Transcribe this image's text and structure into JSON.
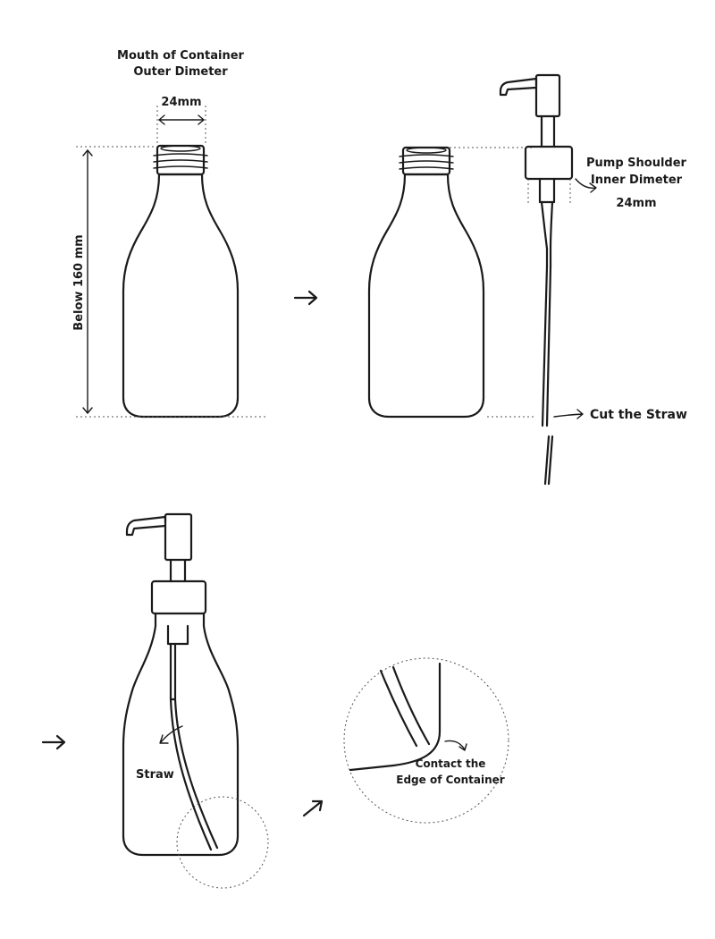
{
  "labels": {
    "mouth_line1": "Mouth of Container",
    "mouth_line2": "Outer Dimeter",
    "mouth_size": "24mm",
    "height": "Below 160 mm",
    "pump_line1": "Pump Shoulder",
    "pump_line2": "Inner Dimeter",
    "pump_size": "24mm",
    "cut": "Cut the Straw",
    "straw": "Straw",
    "contact_line1": "Contact the",
    "contact_line2": "Edge of Container"
  },
  "colors": {
    "ink": "#1a1a1a",
    "guide": "#555555",
    "background": "#ffffff"
  }
}
